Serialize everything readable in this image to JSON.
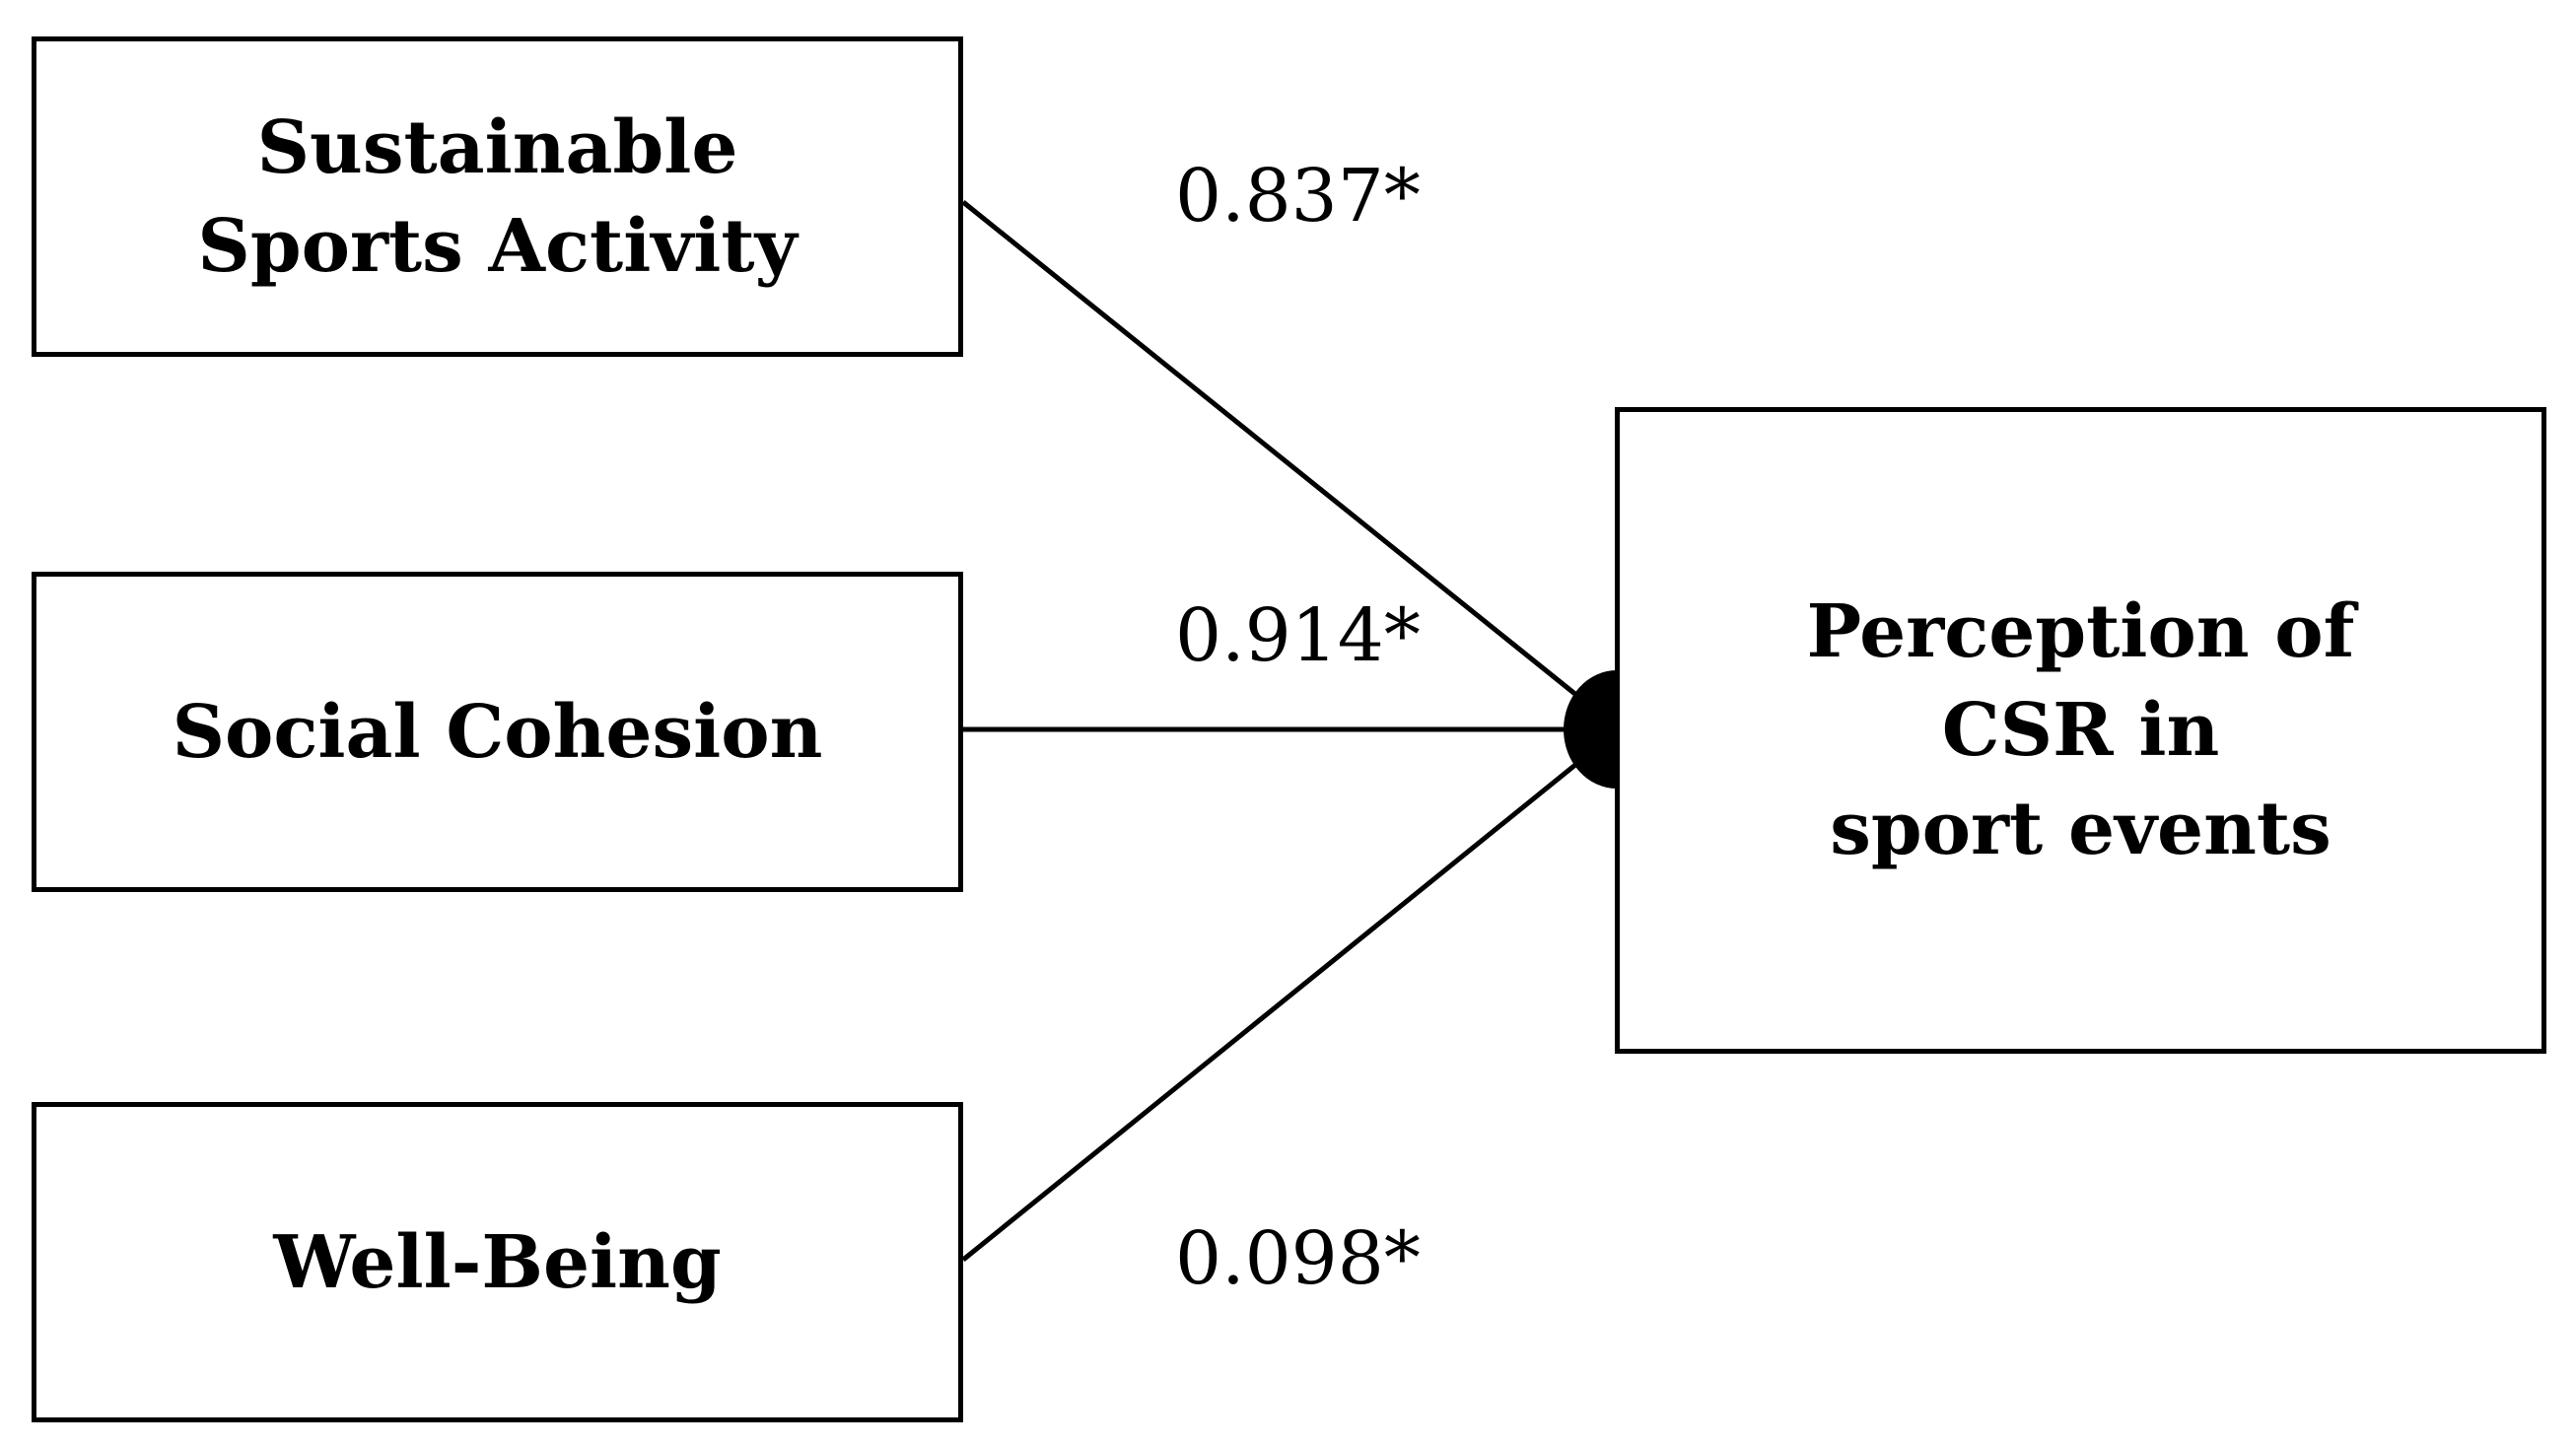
{
  "nodes": {
    "sustainable_sports_activity": {
      "lines": [
        "Sustainable",
        "Sports Activity"
      ]
    },
    "social_cohesion": {
      "lines": [
        "Social Cohesion"
      ]
    },
    "well_being": {
      "lines": [
        "Well-Being"
      ]
    },
    "perception_csr": {
      "lines": [
        "Perception of",
        "CSR in",
        "sport events"
      ]
    }
  },
  "coefficients": {
    "sustainable_sports_activity": "0.837*",
    "social_cohesion": "0.914*",
    "well_being": "0.098*"
  },
  "colors": {
    "line": "#000000",
    "background": "#ffffff"
  }
}
